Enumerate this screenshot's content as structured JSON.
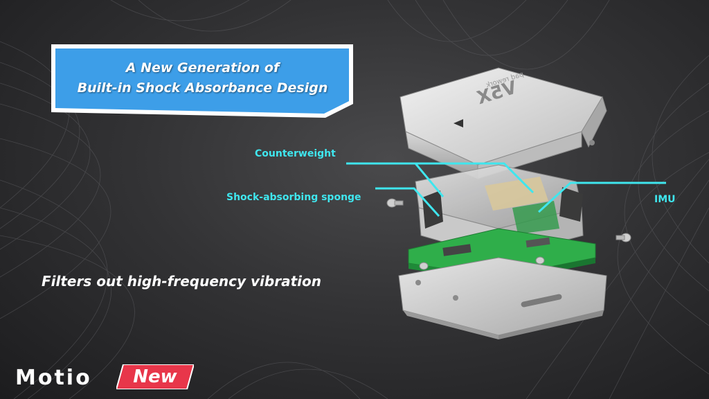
{
  "banner": {
    "line1": "A New Generation of",
    "line2": "Built-in Shock Absorbance Design"
  },
  "callouts": {
    "counterweight": "Counterweight",
    "sponge": "Shock-absorbing sponge",
    "imu": "IMU"
  },
  "tagline": "Filters out high-frequency vibration",
  "logo": {
    "part1": "Motio",
    "part2": "New"
  },
  "device_label": "V5X",
  "device_sublabel": "pad rework",
  "colors": {
    "banner_blue": "#3d9ee8",
    "callout_cyan": "#3fe6ee",
    "logo_red": "#e8364a",
    "pcb_green": "#2fae4a"
  }
}
